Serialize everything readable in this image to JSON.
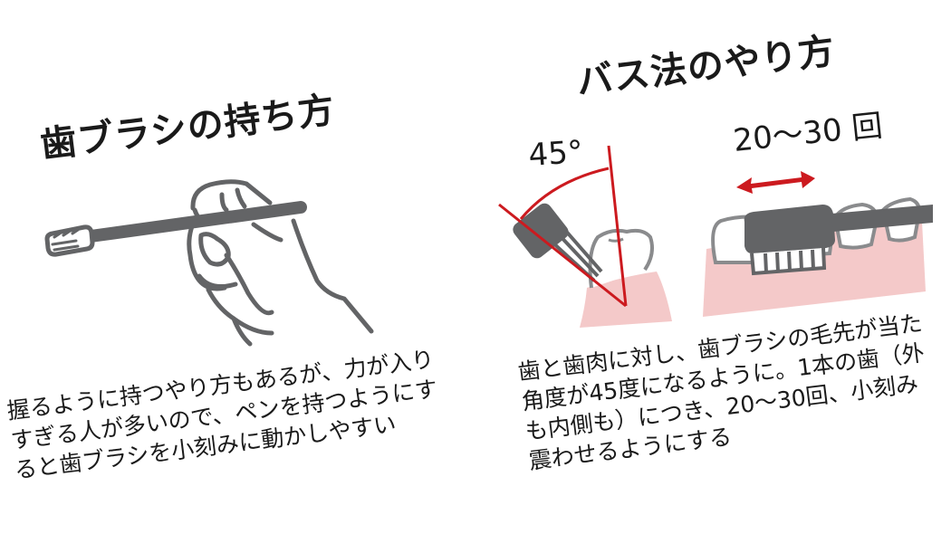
{
  "left_panel": {
    "title": "歯ブラシの持ち方",
    "description_lines": [
      "握るように持つやり方もあるが、力が入り",
      "すぎる人が多いので、ペンを持つようにす",
      "ると歯ブラシを小刻みに動かしやすい"
    ],
    "illustration": "hand-holding-toothbrush-pen-grip"
  },
  "right_panel": {
    "title": "バス法のやり方",
    "angle_label": "45°",
    "count_label": "20～30 回",
    "description_lines": [
      "歯と歯肉に対し、歯ブラシの毛先が当た",
      "角度が45度になるように。1本の歯（外",
      "も内側も）につき、20～30回、小刻み",
      "震わせるようにする"
    ],
    "illustrations": [
      "toothbrush-45-degree-angle-on-tooth",
      "toothbrush-back-and-forth-on-teeth"
    ]
  },
  "colors": {
    "accent_red": "#cc1a1f",
    "brush_gray": "#636466",
    "gum_pink": "#f4c9c9",
    "text": "#1a1a1a"
  }
}
